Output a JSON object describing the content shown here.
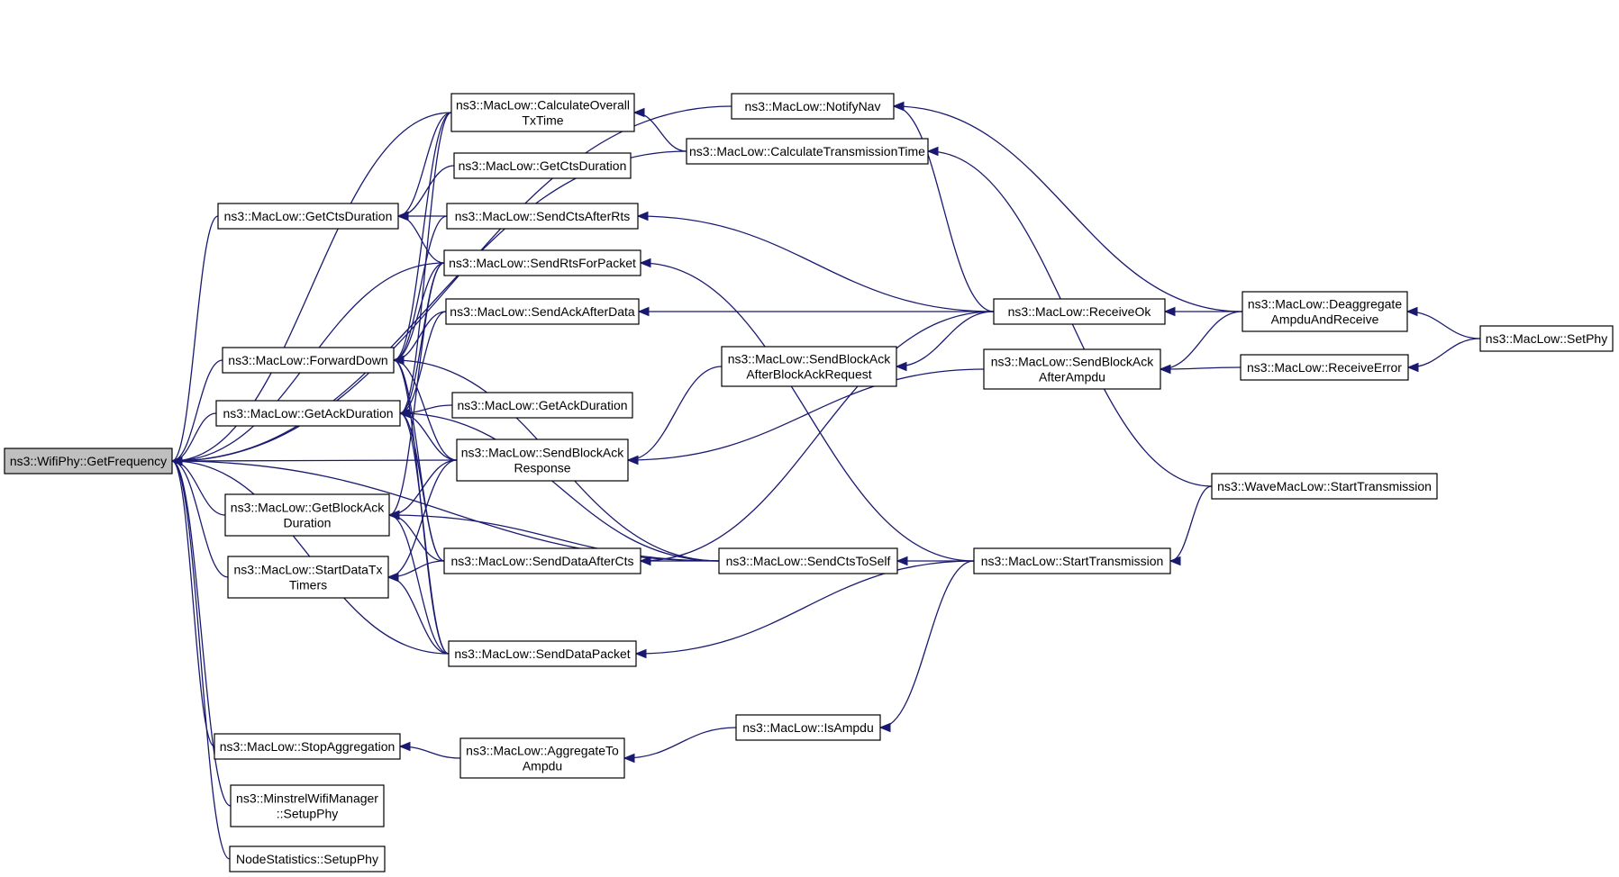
{
  "colors": {
    "edge": "#191970",
    "root_fill": "#bfbfbf",
    "node_fill": "#ffffff",
    "node_stroke": "#000000"
  },
  "nodes": [
    {
      "id": "getfreq",
      "lines": [
        "ns3::WifiPhy::GetFrequency"
      ],
      "root": true
    },
    {
      "id": "getcts",
      "lines": [
        "ns3::MacLow::GetCtsDuration"
      ]
    },
    {
      "id": "fwddown",
      "lines": [
        "ns3::MacLow::ForwardDown"
      ]
    },
    {
      "id": "getack",
      "lines": [
        "ns3::MacLow::GetAckDuration"
      ]
    },
    {
      "id": "getba",
      "lines": [
        "ns3::MacLow::GetBlockAck",
        "Duration"
      ]
    },
    {
      "id": "startdtx",
      "lines": [
        "ns3::MacLow::StartDataTx",
        "Timers"
      ]
    },
    {
      "id": "stopagg",
      "lines": [
        "ns3::MacLow::StopAggregation"
      ]
    },
    {
      "id": "minstrel",
      "lines": [
        "ns3::MinstrelWifiManager",
        "::SetupPhy"
      ]
    },
    {
      "id": "nodestats",
      "lines": [
        "NodeStatistics::SetupPhy"
      ]
    },
    {
      "id": "calcover",
      "lines": [
        "ns3::MacLow::CalculateOverall",
        "TxTime"
      ]
    },
    {
      "id": "getcts2",
      "lines": [
        "ns3::MacLow::GetCtsDuration"
      ]
    },
    {
      "id": "sendctsrts",
      "lines": [
        "ns3::MacLow::SendCtsAfterRts"
      ]
    },
    {
      "id": "sendrts",
      "lines": [
        "ns3::MacLow::SendRtsForPacket"
      ]
    },
    {
      "id": "sendack",
      "lines": [
        "ns3::MacLow::SendAckAfterData"
      ]
    },
    {
      "id": "getack2",
      "lines": [
        "ns3::MacLow::GetAckDuration"
      ]
    },
    {
      "id": "sendbaresp",
      "lines": [
        "ns3::MacLow::SendBlockAck",
        "Response"
      ]
    },
    {
      "id": "senddatacts",
      "lines": [
        "ns3::MacLow::SendDataAfterCts"
      ]
    },
    {
      "id": "senddatapkt",
      "lines": [
        "ns3::MacLow::SendDataPacket"
      ]
    },
    {
      "id": "aggto",
      "lines": [
        "ns3::MacLow::AggregateTo",
        "Ampdu"
      ]
    },
    {
      "id": "notifynav",
      "lines": [
        "ns3::MacLow::NotifyNav"
      ]
    },
    {
      "id": "calctrans",
      "lines": [
        "ns3::MacLow::CalculateTransmissionTime"
      ]
    },
    {
      "id": "sendbabar",
      "lines": [
        "ns3::MacLow::SendBlockAck",
        "AfterBlockAckRequest"
      ]
    },
    {
      "id": "sendctsself",
      "lines": [
        "ns3::MacLow::SendCtsToSelf"
      ]
    },
    {
      "id": "isampdu",
      "lines": [
        "ns3::MacLow::IsAmpdu"
      ]
    },
    {
      "id": "receiveok",
      "lines": [
        "ns3::MacLow::ReceiveOk"
      ]
    },
    {
      "id": "sendbaampdu",
      "lines": [
        "ns3::MacLow::SendBlockAck",
        "AfterAmpdu"
      ]
    },
    {
      "id": "starttrans",
      "lines": [
        "ns3::MacLow::StartTransmission"
      ]
    },
    {
      "id": "deagg",
      "lines": [
        "ns3::MacLow::Deaggregate",
        "AmpduAndReceive"
      ]
    },
    {
      "id": "recerr",
      "lines": [
        "ns3::MacLow::ReceiveError"
      ]
    },
    {
      "id": "wavestart",
      "lines": [
        "ns3::WaveMacLow::StartTransmission"
      ]
    },
    {
      "id": "setphy",
      "lines": [
        "ns3::MacLow::SetPhy"
      ]
    }
  ],
  "edges": [
    [
      "getcts",
      "getfreq"
    ],
    [
      "fwddown",
      "getfreq"
    ],
    [
      "getack",
      "getfreq"
    ],
    [
      "getba",
      "getfreq"
    ],
    [
      "startdtx",
      "getfreq"
    ],
    [
      "stopagg",
      "getfreq"
    ],
    [
      "minstrel",
      "getfreq"
    ],
    [
      "nodestats",
      "getfreq"
    ],
    [
      "calcover",
      "getfreq"
    ],
    [
      "sendrts",
      "getfreq"
    ],
    [
      "sendbaresp",
      "getfreq"
    ],
    [
      "senddatapkt",
      "getfreq"
    ],
    [
      "notifynav",
      "getfreq"
    ],
    [
      "calctrans",
      "getfreq"
    ],
    [
      "sendctsself",
      "getfreq"
    ],
    [
      "calcover",
      "getcts"
    ],
    [
      "getcts2",
      "getcts"
    ],
    [
      "sendctsrts",
      "getcts"
    ],
    [
      "sendrts",
      "getcts"
    ],
    [
      "calcover",
      "fwddown"
    ],
    [
      "sendctsrts",
      "fwddown"
    ],
    [
      "sendrts",
      "fwddown"
    ],
    [
      "sendack",
      "fwddown"
    ],
    [
      "sendbaresp",
      "fwddown"
    ],
    [
      "senddatacts",
      "fwddown"
    ],
    [
      "senddatapkt",
      "fwddown"
    ],
    [
      "sendctsself",
      "fwddown"
    ],
    [
      "calcover",
      "getack"
    ],
    [
      "sendrts",
      "getack"
    ],
    [
      "sendack",
      "getack"
    ],
    [
      "getack2",
      "getack"
    ],
    [
      "sendbaresp",
      "getack"
    ],
    [
      "senddatacts",
      "getack"
    ],
    [
      "senddatapkt",
      "getack"
    ],
    [
      "sendctsself",
      "getack"
    ],
    [
      "sendrts",
      "getba"
    ],
    [
      "sendbaresp",
      "getba"
    ],
    [
      "senddatacts",
      "getba"
    ],
    [
      "senddatapkt",
      "getba"
    ],
    [
      "sendctsself",
      "getba"
    ],
    [
      "sendbaresp",
      "startdtx"
    ],
    [
      "senddatacts",
      "startdtx"
    ],
    [
      "senddatapkt",
      "startdtx"
    ],
    [
      "aggto",
      "stopagg"
    ],
    [
      "calctrans",
      "calcover"
    ],
    [
      "receiveok",
      "sendctsrts"
    ],
    [
      "starttrans",
      "sendrts"
    ],
    [
      "receiveok",
      "sendack"
    ],
    [
      "sendbabar",
      "sendbaresp"
    ],
    [
      "sendbaampdu",
      "sendbaresp"
    ],
    [
      "sendctsself",
      "senddatacts"
    ],
    [
      "receiveok",
      "senddatacts"
    ],
    [
      "starttrans",
      "senddatapkt"
    ],
    [
      "isampdu",
      "aggto"
    ],
    [
      "receiveok",
      "sendbabar"
    ],
    [
      "starttrans",
      "sendctsself"
    ],
    [
      "starttrans",
      "isampdu"
    ],
    [
      "deagg",
      "notifynav"
    ],
    [
      "receiveok",
      "notifynav"
    ],
    [
      "wavestart",
      "calctrans"
    ],
    [
      "deagg",
      "receiveok"
    ],
    [
      "deagg",
      "sendbaampdu"
    ],
    [
      "recerr",
      "sendbaampdu"
    ],
    [
      "wavestart",
      "starttrans"
    ],
    [
      "setphy",
      "deagg"
    ],
    [
      "setphy",
      "recerr"
    ]
  ]
}
